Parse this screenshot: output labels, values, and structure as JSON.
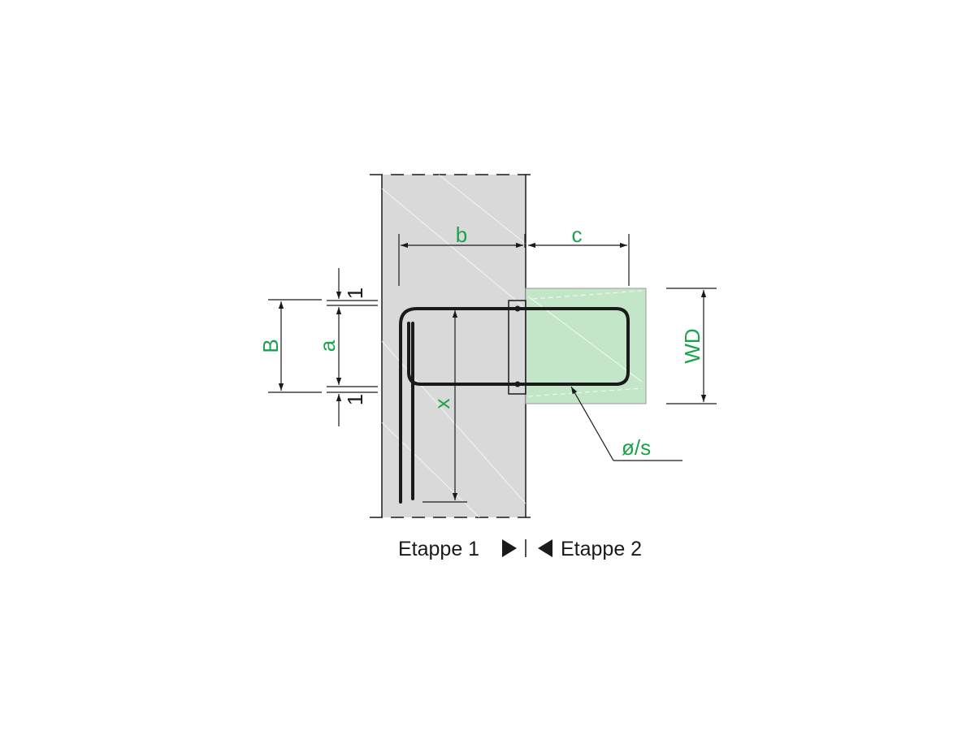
{
  "dimensions": {
    "b": "b",
    "c": "c",
    "B": "B",
    "a": "a",
    "x": "x",
    "WD": "WD",
    "gap_top": "1",
    "gap_bottom": "1",
    "rebar": "ø/s"
  },
  "caption": {
    "stage1": "Etappe 1",
    "stage2": "Etappe 2"
  },
  "colors": {
    "label_green": "#1aa34a",
    "concrete_fill": "#d9d9d9",
    "stage2_fill": "#c4e6c8",
    "line": "#1a1a1a"
  }
}
